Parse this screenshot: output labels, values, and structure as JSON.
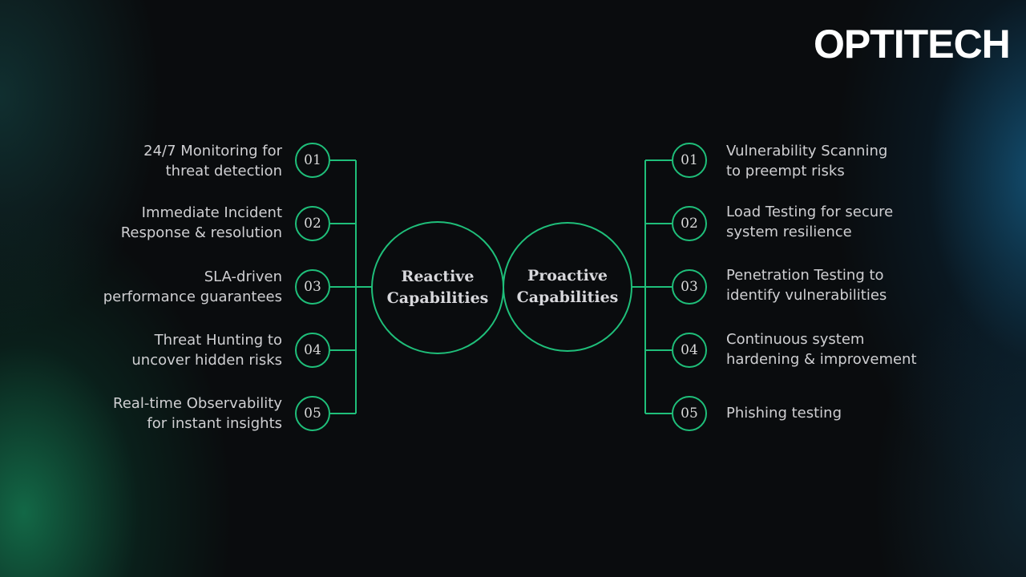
{
  "brand": "OPTITECH",
  "reactive": {
    "title_line1": "Reactive",
    "title_line2": "Capabilities",
    "items": [
      {
        "num": "01",
        "line1": "24/7 Monitoring for",
        "line2": "threat detection"
      },
      {
        "num": "02",
        "line1": "Immediate Incident",
        "line2": "Response & resolution"
      },
      {
        "num": "03",
        "line1": "SLA-driven",
        "line2": "performance guarantees"
      },
      {
        "num": "04",
        "line1": "Threat Hunting to",
        "line2": "uncover hidden risks"
      },
      {
        "num": "05",
        "line1": "Real-time Observability",
        "line2": "for instant insights"
      }
    ]
  },
  "proactive": {
    "title_line1": "Proactive",
    "title_line2": "Capabilities",
    "items": [
      {
        "num": "01",
        "line1": "Vulnerability Scanning",
        "line2": "to preempt risks"
      },
      {
        "num": "02",
        "line1": "Load Testing for secure",
        "line2": "system resilience"
      },
      {
        "num": "03",
        "line1": "Penetration Testing to",
        "line2": "identify vulnerabilities"
      },
      {
        "num": "04",
        "line1": "Continuous system",
        "line2": "hardening & improvement"
      },
      {
        "num": "05",
        "line1": "Phishing testing",
        "line2": ""
      }
    ]
  },
  "colors": {
    "accent": "#1fbf7a",
    "text": "#cfcfd2"
  }
}
